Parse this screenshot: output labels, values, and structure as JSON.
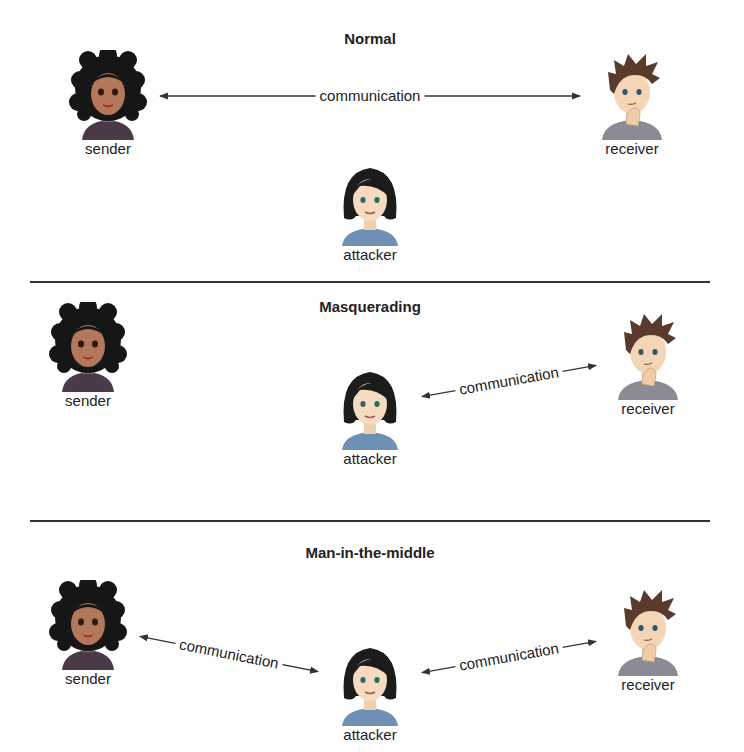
{
  "diagram": {
    "nodes": [
      {
        "text": [
          "Normal"
        ]
      },
      {
        "text": [
          "sender"
        ],
        "in": 0
      },
      {
        "text": [
          "receiver"
        ],
        "in": 0
      },
      {
        "text": [
          "attacker"
        ],
        "in": 0
      },
      {
        "text": [
          "Masquerading"
        ]
      },
      {
        "text": [
          "sender"
        ],
        "in": 4
      },
      {
        "text": [
          "attacker"
        ],
        "in": 4
      },
      {
        "text": [
          "receiver"
        ],
        "in": 4
      },
      {
        "text": [
          "Man-in-the-middle"
        ]
      },
      {
        "text": [
          "sender"
        ],
        "in": 8
      },
      {
        "text": [
          "attacker"
        ],
        "in": 8
      },
      {
        "text": [
          "receiver"
        ],
        "in": 8
      }
    ],
    "edges": [
      {
        "from": 1,
        "to": 2,
        "label": "communication",
        "arrow": "both"
      },
      {
        "from": 6,
        "to": 7,
        "label": "communication",
        "arrow": "both"
      },
      {
        "from": 9,
        "to": 10,
        "label": "communication",
        "arrow": "both"
      },
      {
        "from": 10,
        "to": 11,
        "label": "communication",
        "arrow": "both"
      }
    ]
  }
}
